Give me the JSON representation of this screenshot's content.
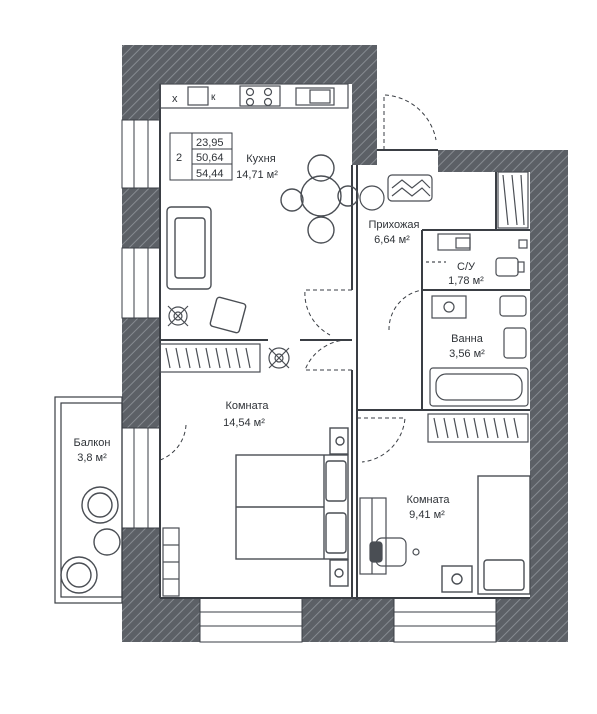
{
  "area_table": {
    "rooms_count": "2",
    "rows": [
      "23,95",
      "50,64",
      "54,44"
    ]
  },
  "rooms": [
    {
      "name": "Кухня",
      "area": "14,71 м²"
    },
    {
      "name": "Прихожая",
      "area": "6,64 м²"
    },
    {
      "name": "С/У",
      "area": "1,78 м²"
    },
    {
      "name": "Ванна",
      "area": "3,56 м²"
    },
    {
      "name": "Комната",
      "area": "14,54 м²"
    },
    {
      "name": "Балкон",
      "area": "3,8 м²"
    },
    {
      "name": "Комната",
      "area": "9,41 м²"
    }
  ],
  "appliance_labels": {
    "sink_mark": "x",
    "stove_mark": "к"
  },
  "colors": {
    "wall": "#5c6066",
    "wall_hatch": "#7f848a",
    "line": "#3a3e44",
    "furniture": "#4a4e54",
    "background": "#ffffff"
  }
}
